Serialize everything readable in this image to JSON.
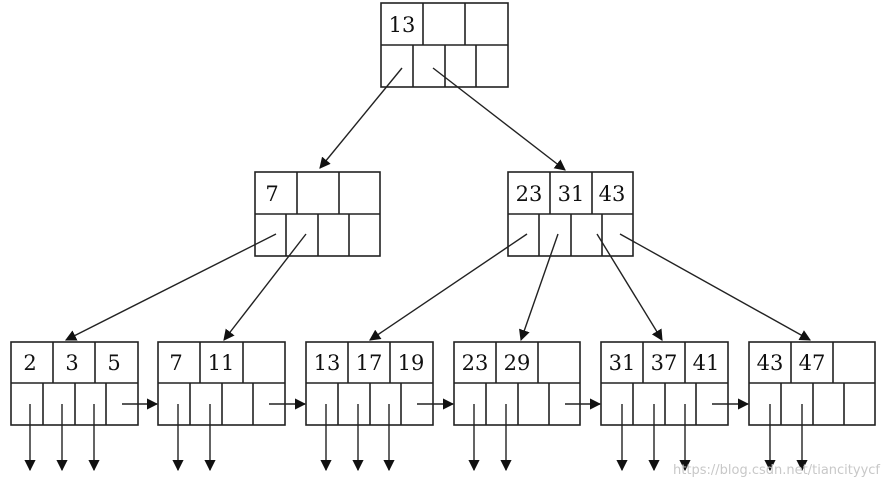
{
  "diagram": {
    "root": {
      "keys": [
        "13",
        "",
        ""
      ]
    },
    "internal": [
      {
        "keys": [
          "7",
          "",
          ""
        ]
      },
      {
        "keys": [
          "23",
          "31",
          "43"
        ]
      }
    ],
    "leaves": [
      {
        "keys": [
          "2",
          "3",
          "5"
        ]
      },
      {
        "keys": [
          "7",
          "11",
          ""
        ]
      },
      {
        "keys": [
          "13",
          "17",
          "19"
        ]
      },
      {
        "keys": [
          "23",
          "29",
          ""
        ]
      },
      {
        "keys": [
          "31",
          "37",
          "41"
        ]
      },
      {
        "keys": [
          "43",
          "47",
          ""
        ]
      }
    ],
    "watermark": "https://blog.csdn.net/tiancityycf"
  }
}
